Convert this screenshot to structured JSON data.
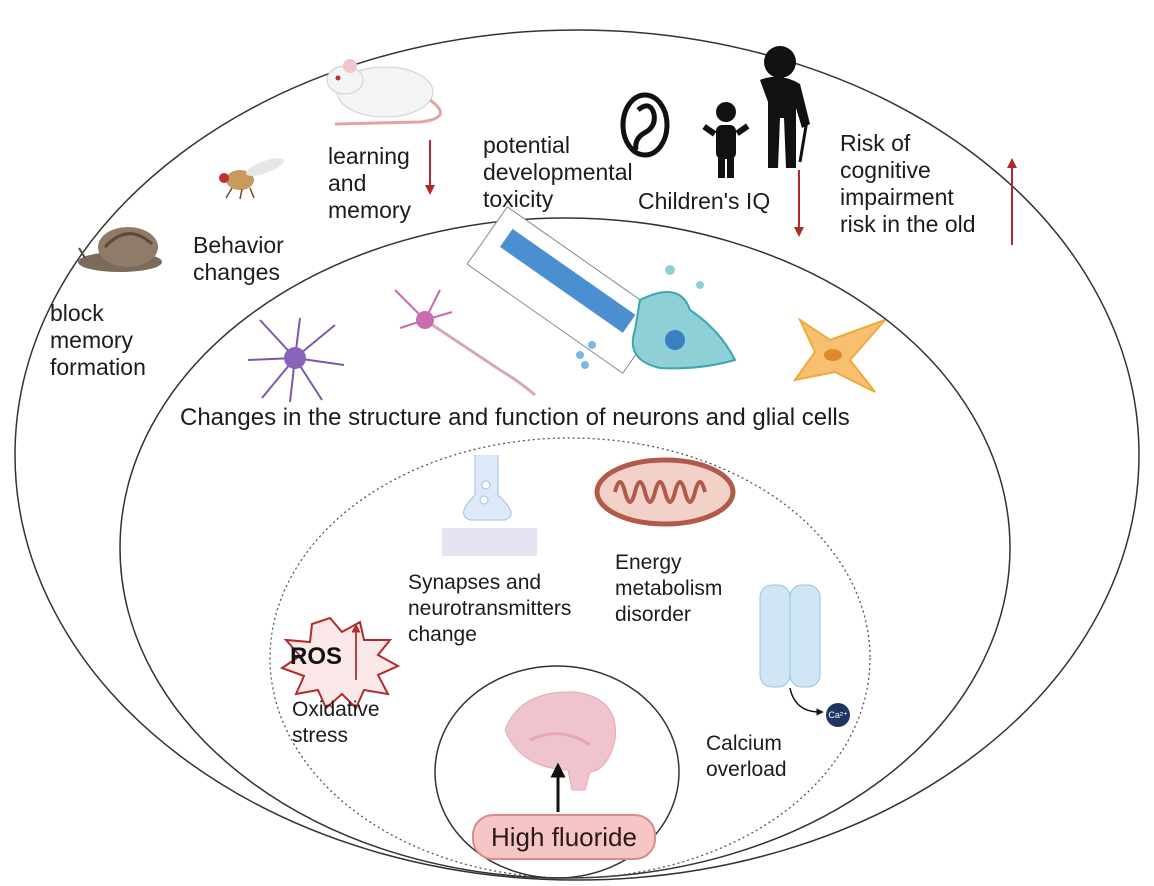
{
  "labels": {
    "block_memory": [
      "block",
      "memory",
      "formation"
    ],
    "behavior": [
      "Behavior",
      "changes"
    ],
    "learning": [
      "learning",
      "and",
      "memory"
    ],
    "developmental": [
      "potential",
      "developmental",
      "toxicity"
    ],
    "childrens_iq": "Children's IQ",
    "cognitive": [
      "Risk of",
      "cognitive",
      "impairment",
      "risk in the old"
    ],
    "neurons_glia": "Changes in the structure and function of  neurons and glial cells",
    "synapses": [
      "Synapses and",
      "neurotransmitters",
      "change"
    ],
    "energy": [
      "Energy",
      "metabolism",
      "disorder"
    ],
    "ros": "ROS",
    "oxidative": [
      "Oxidative",
      "stress"
    ],
    "calcium": [
      "Calcium",
      "overload"
    ],
    "ca_ion": "Ca²⁺",
    "high_fluoride": "High fluoride"
  },
  "icons": [
    "snail-icon",
    "fruit-fly-icon",
    "rat-icon",
    "fetus-icon",
    "child-icon",
    "elderly-person-icon",
    "astrocyte-icon",
    "neuron-icon",
    "microtubule-icon",
    "microglia-icon",
    "oligodendrocyte-icon",
    "synapse-icon",
    "mitochondrion-icon",
    "calcium-channel-icon",
    "ros-burst-icon",
    "brain-icon"
  ],
  "colors": {
    "arrow_red": "#b22a2a",
    "pill_fill": "#f6c6c6",
    "astrocyte": "#7a5aa6",
    "neuron": "#c86bb0",
    "microtubule": "#4a8fd0",
    "microglia": "#3aa6b4",
    "oligodendrocyte": "#f0a93a",
    "mitochondrion": "#b25a4a"
  }
}
